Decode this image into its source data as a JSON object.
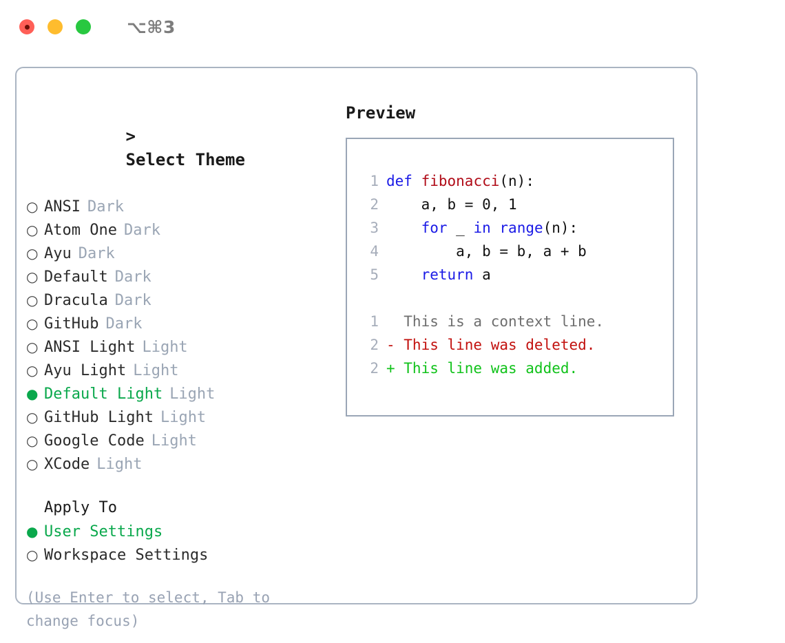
{
  "titlebar": {
    "shortcut": "⌥⌘3",
    "buttons": [
      {
        "name": "close",
        "color": "#ff5f57"
      },
      {
        "name": "minimize",
        "color": "#febc2e"
      },
      {
        "name": "maximize",
        "color": "#28c840"
      }
    ]
  },
  "accent": {
    "selected_green": "#0aa84c",
    "muted_gray": "#9aa5b4",
    "border": "#aab4c2"
  },
  "theme_picker": {
    "header": "> Select Theme",
    "caret": ">",
    "header_label": "Select Theme",
    "marker_unselected": "○",
    "marker_selected": "●",
    "items": [
      {
        "label": "ANSI",
        "category": "Dark",
        "selected": false
      },
      {
        "label": "Atom One",
        "category": "Dark",
        "selected": false
      },
      {
        "label": "Ayu",
        "category": "Dark",
        "selected": false
      },
      {
        "label": "Default",
        "category": "Dark",
        "selected": false
      },
      {
        "label": "Dracula",
        "category": "Dark",
        "selected": false
      },
      {
        "label": "GitHub",
        "category": "Dark",
        "selected": false
      },
      {
        "label": "ANSI Light",
        "category": "Light",
        "selected": false
      },
      {
        "label": "Ayu Light",
        "category": "Light",
        "selected": false
      },
      {
        "label": "Default Light",
        "category": "Light",
        "selected": true
      },
      {
        "label": "GitHub Light",
        "category": "Light",
        "selected": false
      },
      {
        "label": "Google Code",
        "category": "Light",
        "selected": false
      },
      {
        "label": "XCode",
        "category": "Light",
        "selected": false
      }
    ]
  },
  "apply_to": {
    "title": "Apply To",
    "items": [
      {
        "label": "User Settings",
        "selected": true
      },
      {
        "label": "Workspace Settings",
        "selected": false
      }
    ]
  },
  "help": {
    "text": "(Use Enter to select, Tab to change focus)"
  },
  "preview": {
    "title": "Preview",
    "code_lines": [
      {
        "no": "1",
        "tokens": [
          {
            "t": "def",
            "k": "kw"
          },
          {
            "t": " ",
            "k": "plain"
          },
          {
            "t": "fibonacci",
            "k": "fn"
          },
          {
            "t": "(n):",
            "k": "plain"
          }
        ]
      },
      {
        "no": "2",
        "tokens": [
          {
            "t": "    a, b = 0, 1",
            "k": "plain"
          }
        ]
      },
      {
        "no": "3",
        "tokens": [
          {
            "t": "    ",
            "k": "plain"
          },
          {
            "t": "for",
            "k": "kw"
          },
          {
            "t": " _ ",
            "k": "plain"
          },
          {
            "t": "in",
            "k": "kw"
          },
          {
            "t": " ",
            "k": "plain"
          },
          {
            "t": "range",
            "k": "kw"
          },
          {
            "t": "(n):",
            "k": "plain"
          }
        ]
      },
      {
        "no": "4",
        "tokens": [
          {
            "t": "        a, b = b, a + b",
            "k": "plain"
          }
        ]
      },
      {
        "no": "5",
        "tokens": [
          {
            "t": "    ",
            "k": "plain"
          },
          {
            "t": "return",
            "k": "kw"
          },
          {
            "t": " a",
            "k": "plain"
          }
        ]
      }
    ],
    "diff_lines": [
      {
        "no": "1",
        "text": "  This is a context line.",
        "kind": "ctx"
      },
      {
        "no": "2",
        "text": "- This line was deleted.",
        "kind": "del"
      },
      {
        "no": "2",
        "text": "+ This line was added.",
        "kind": "add"
      }
    ]
  }
}
